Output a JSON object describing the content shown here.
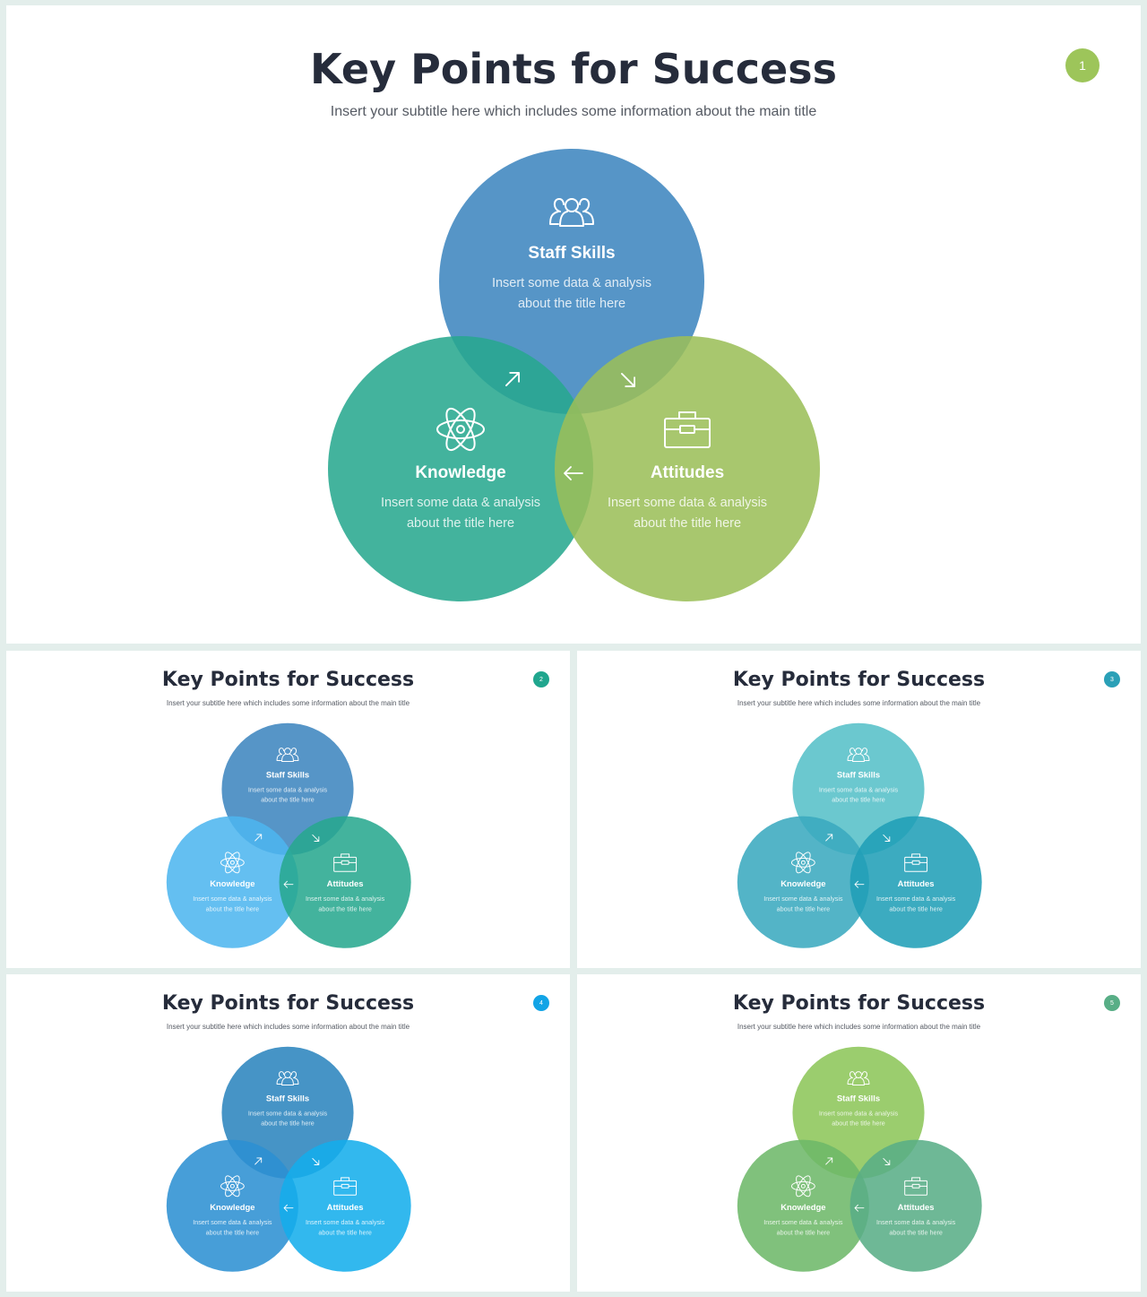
{
  "slides": [
    {
      "number": "1",
      "title": "Key Points for Success",
      "subtitle": "Insert your subtitle here which includes some information about the main title",
      "badge_color": "#9dc55a",
      "circles": [
        {
          "label": "Staff Skills",
          "desc1": "Insert some data & analysis",
          "desc2": "about the title here",
          "color": "#3d85bf",
          "icon": "users-icon"
        },
        {
          "label": "Knowledge",
          "desc1": "Insert some data & analysis",
          "desc2": "about the title here",
          "color": "#27a88f",
          "icon": "atom-icon"
        },
        {
          "label": "Attitudes",
          "desc1": "Insert some data & analysis",
          "desc2": "about the title here",
          "color": "#9bbf59",
          "icon": "briefcase-icon"
        }
      ]
    },
    {
      "number": "2",
      "title": "Key Points for Success",
      "subtitle": "Insert your subtitle here which includes some information about the main title",
      "badge_color": "#20a68e",
      "circles": [
        {
          "label": "Staff Skills",
          "desc1": "Insert some data & analysis",
          "desc2": "about the title here",
          "color": "#3d85bf",
          "icon": "users-icon"
        },
        {
          "label": "Knowledge",
          "desc1": "Insert some data & analysis",
          "desc2": "about the title here",
          "color": "#4db5ef",
          "icon": "atom-icon"
        },
        {
          "label": "Attitudes",
          "desc1": "Insert some data & analysis",
          "desc2": "about the title here",
          "color": "#27a88f",
          "icon": "briefcase-icon"
        }
      ]
    },
    {
      "number": "3",
      "title": "Key Points for Success",
      "subtitle": "Insert your subtitle here which includes some information about the main title",
      "badge_color": "#2aa0b7",
      "circles": [
        {
          "label": "Staff Skills",
          "desc1": "Insert some data & analysis",
          "desc2": "about the title here",
          "color": "#55c0c8",
          "icon": "users-icon"
        },
        {
          "label": "Knowledge",
          "desc1": "Insert some data & analysis",
          "desc2": "about the title here",
          "color": "#3aa9bf",
          "icon": "atom-icon"
        },
        {
          "label": "Attitudes",
          "desc1": "Insert some data & analysis",
          "desc2": "about the title here",
          "color": "#1f9fb7",
          "icon": "briefcase-icon"
        }
      ]
    },
    {
      "number": "4",
      "title": "Key Points for Success",
      "subtitle": "Insert your subtitle here which includes some information about the main title",
      "badge_color": "#12a4e6",
      "circles": [
        {
          "label": "Staff Skills",
          "desc1": "Insert some data & analysis",
          "desc2": "about the title here",
          "color": "#2a84bd",
          "icon": "users-icon"
        },
        {
          "label": "Knowledge",
          "desc1": "Insert some data & analysis",
          "desc2": "about the title here",
          "color": "#2c90d2",
          "icon": "atom-icon"
        },
        {
          "label": "Attitudes",
          "desc1": "Insert some data & analysis",
          "desc2": "about the title here",
          "color": "#13aeeb",
          "icon": "briefcase-icon"
        }
      ]
    },
    {
      "number": "5",
      "title": "Key Points for Success",
      "subtitle": "Insert your subtitle here which includes some information about the main title",
      "badge_color": "#58ae86",
      "circles": [
        {
          "label": "Staff Skills",
          "desc1": "Insert some data & analysis",
          "desc2": "about the title here",
          "color": "#8cc559",
          "icon": "users-icon"
        },
        {
          "label": "Knowledge",
          "desc1": "Insert some data & analysis",
          "desc2": "about the title here",
          "color": "#6db868",
          "icon": "atom-icon"
        },
        {
          "label": "Attitudes",
          "desc1": "Insert some data & analysis",
          "desc2": "about the title here",
          "color": "#58ae86",
          "icon": "briefcase-icon"
        }
      ]
    }
  ]
}
